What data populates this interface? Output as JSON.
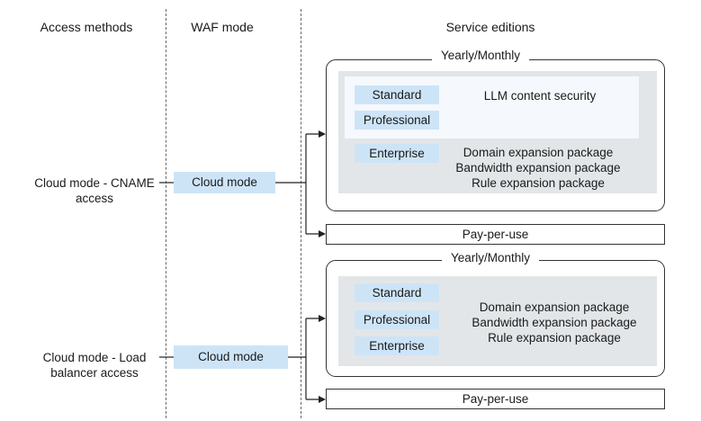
{
  "headers": {
    "access_methods": "Access methods",
    "waf_mode": "WAF mode",
    "service_editions": "Service editions"
  },
  "rows": [
    {
      "access_method": "Cloud mode - CNAME access",
      "waf_mode": "Cloud mode",
      "yearly_title": "Yearly/Monthly",
      "editions": [
        "Standard",
        "Professional",
        "Enterprise"
      ],
      "llm_label": "LLM content security",
      "packages": [
        "Domain expansion package",
        "Bandwidth expansion package",
        "Rule expansion package"
      ],
      "pay_per_use": "Pay-per-use"
    },
    {
      "access_method": "Cloud mode - Load balancer access",
      "waf_mode": "Cloud mode",
      "yearly_title": "Yearly/Monthly",
      "editions": [
        "Standard",
        "Professional",
        "Enterprise"
      ],
      "packages": [
        "Domain expansion package",
        "Bandwidth expansion package",
        "Rule expansion package"
      ],
      "pay_per_use": "Pay-per-use"
    }
  ]
}
